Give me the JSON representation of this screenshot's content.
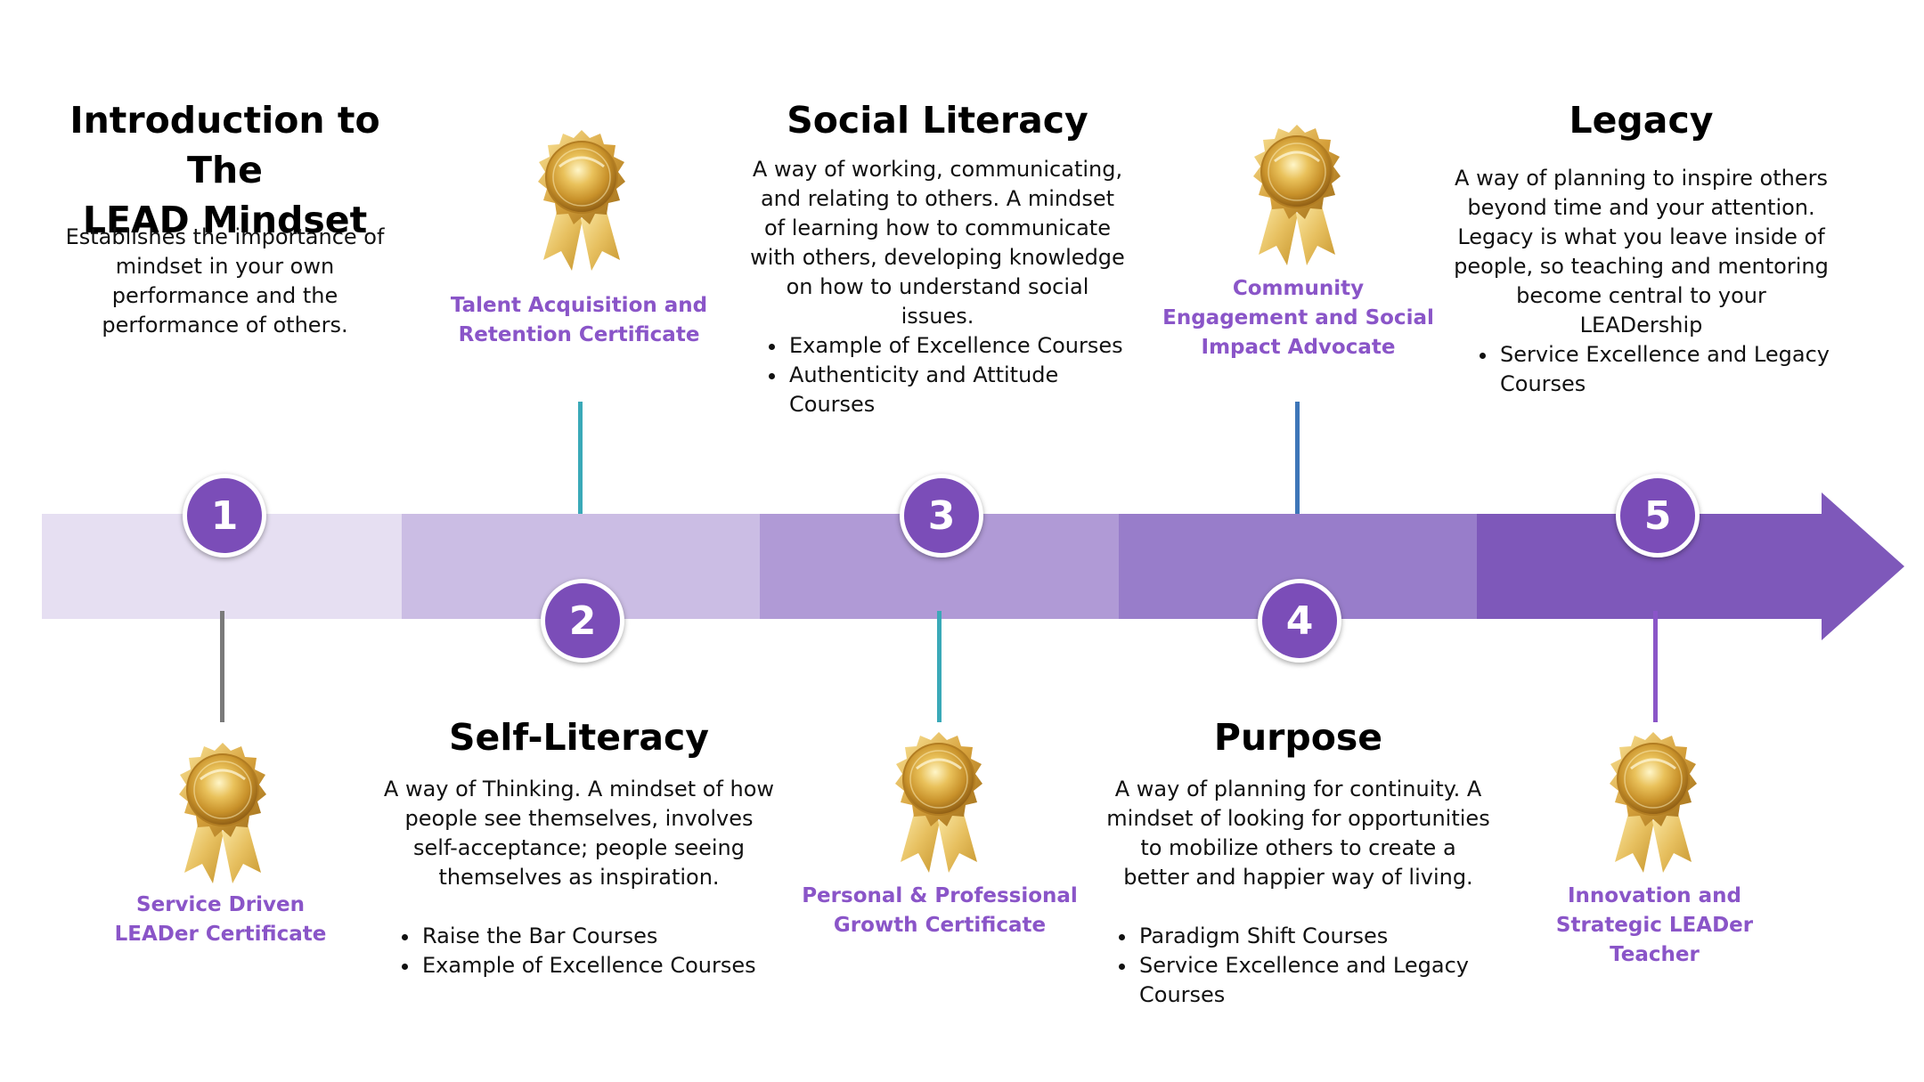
{
  "colors": {
    "segment_1": "#e6dff2",
    "segment_2": "#cbbde4",
    "segment_3": "#b09ad6",
    "segment_4": "#987dca",
    "segment_5": "#7e58ba",
    "circle": "#7b4db8",
    "cert_text": "#8a55c8",
    "line_gray": "#7a7a7a",
    "line_teal": "#3aa9b8",
    "line_blue": "#3e76b8",
    "line_purple": "#8a55c8"
  },
  "steps": [
    {
      "number": "1",
      "title": "Introduction to The\nLEAD Mindset",
      "description": "Establishes the importance of mindset in your own performance and the performance of others.",
      "bullets": [],
      "certificate": "Service Driven LEADer Certificate"
    },
    {
      "number": "2",
      "title": "Self-Literacy",
      "description": "A way of Thinking. A mindset of how people see themselves, involves self-acceptance; people seeing themselves as inspiration.",
      "bullets": [
        "Raise the Bar Courses",
        "Example of Excellence Courses"
      ],
      "certificate": "Talent Acquisition and Retention Certificate"
    },
    {
      "number": "3",
      "title": "Social Literacy",
      "description": "A way of working, communicating, and relating to others. A mindset of learning how to communicate with others, developing knowledge on how to understand social issues.",
      "bullets": [
        "Example of Excellence Courses",
        "Authenticity and Attitude Courses"
      ],
      "certificate": "Personal & Professional Growth Certificate"
    },
    {
      "number": "4",
      "title": "Purpose",
      "description": "A way of planning for continuity. A mindset of looking for opportunities to mobilize others to create a better and happier way of living.",
      "bullets": [
        "Paradigm Shift Courses",
        "Service Excellence and Legacy Courses"
      ],
      "certificate": "Community Engagement and Social Impact Advocate"
    },
    {
      "number": "5",
      "title": "Legacy",
      "description": "A way of planning to inspire others beyond time and your attention. Legacy is what you leave inside of people, so teaching and mentoring become central to your LEADership",
      "bullets": [
        "Service Excellence and Legacy Courses"
      ],
      "certificate": "Innovation and Strategic LEADer Teacher"
    }
  ]
}
